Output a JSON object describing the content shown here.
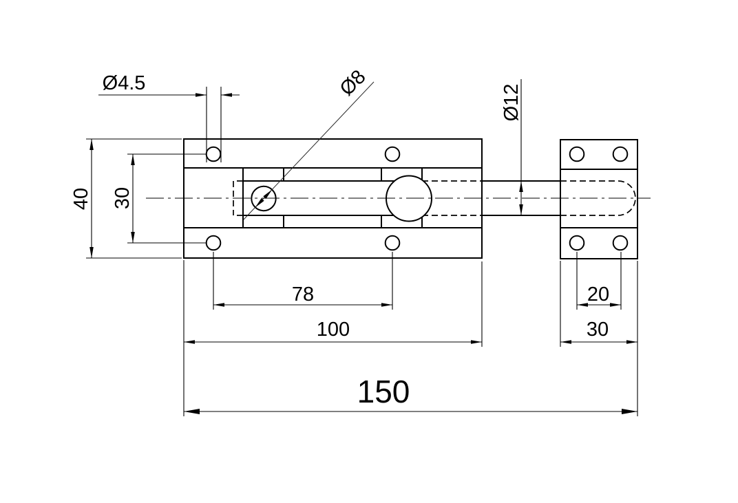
{
  "drawing": {
    "type": "technical-drawing",
    "subject": "barrel-bolt latch, top view with keeper plate",
    "colors": {
      "line": "#000000",
      "background": "#ffffff"
    },
    "dimensions": {
      "small_hole_diameter": "Ø4.5",
      "knob_diameter": "Ø8",
      "bolt_diameter": "Ø12",
      "plate_height": "40",
      "hole_spacing_vertical": "30",
      "hole_spacing_horizontal": "78",
      "plate_length": "100",
      "keeper_hole_spacing": "20",
      "keeper_width": "30",
      "overall_length": "150"
    }
  }
}
